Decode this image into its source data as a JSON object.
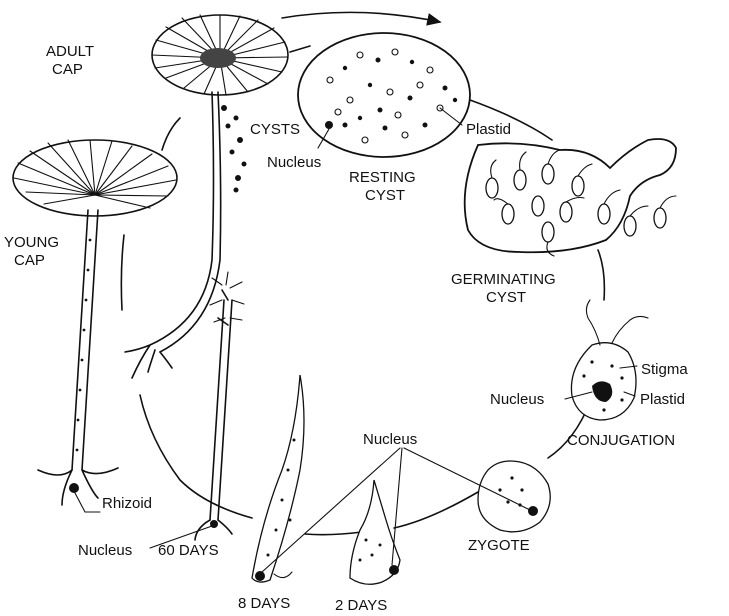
{
  "labels": {
    "adult_cap": [
      "ADULT",
      "CAP"
    ],
    "cysts": "CYSTS",
    "nucleus_cyst": "Nucleus",
    "resting_cyst": [
      "RESTING",
      "CYST"
    ],
    "plastid_cyst": "Plastid",
    "young_cap": [
      "YOUNG",
      "CAP"
    ],
    "germinating_cyst": [
      "GERMINATING",
      "CYST"
    ],
    "stigma": "Stigma",
    "nucleus_gamete": "Nucleus",
    "plastid_gamete": "Plastid",
    "conjugation": "CONJUGATION",
    "nucleus_top": "Nucleus",
    "rhizoid": "Rhizoid",
    "nucleus_bottom": "Nucleus",
    "sixty_days": "60 DAYS",
    "zygote": "ZYGOTE",
    "eight_days": "8 DAYS",
    "two_days": "2 DAYS"
  }
}
